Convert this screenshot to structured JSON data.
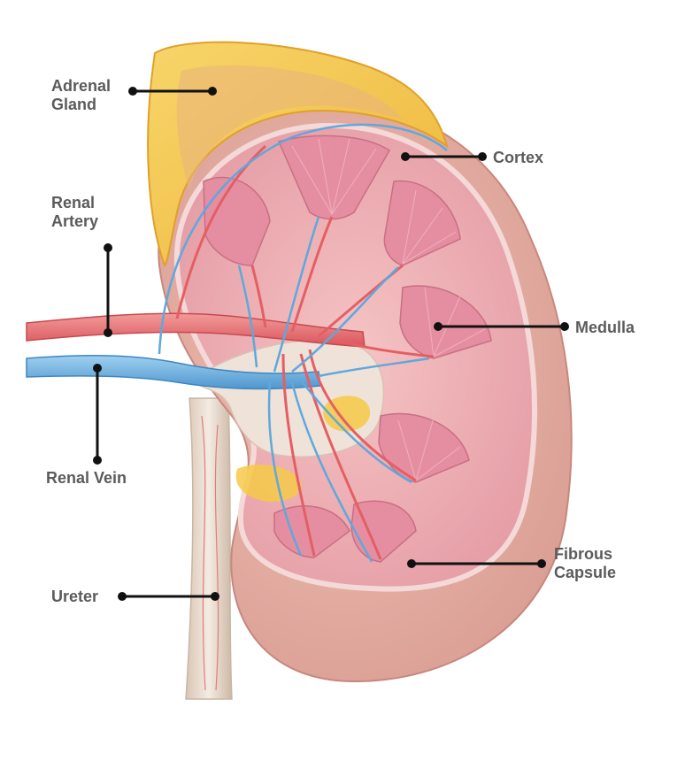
{
  "labels": {
    "adrenal_gland": [
      "Adrenal",
      "Gland"
    ],
    "renal_artery": [
      "Renal",
      "Artery"
    ],
    "renal_vein": "Renal Vein",
    "ureter": "Ureter",
    "cortex": "Cortex",
    "medulla": "Medulla",
    "fibrous_capsule": [
      "Fibrous",
      "Capsule"
    ]
  },
  "colors": {
    "capsule": "#e8b0a4",
    "cortex": "#eeaab0",
    "pyramid": "#e38fa1",
    "pelvis": "#efe0d6",
    "adrenal": "#f6c93f",
    "artery": "#e86d70",
    "vein": "#6fb1df",
    "ureter": "#efe1d4"
  }
}
